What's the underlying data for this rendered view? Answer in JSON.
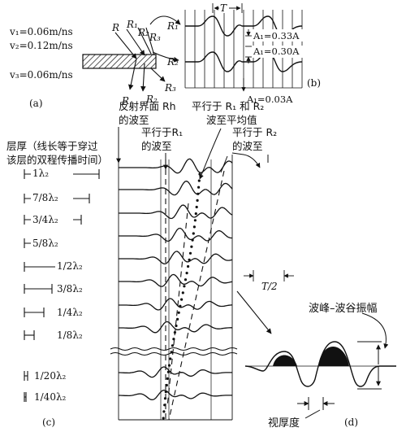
{
  "panel_a": {
    "label": "(a)",
    "v1": "v₁=0.06m/ns",
    "v2": "v₂=0.12m/ns",
    "v3": "v₃=0.06m/ns",
    "rays": [
      "R",
      "R₁",
      "R₂",
      "R₃",
      "R",
      "R₂",
      "R₃"
    ]
  },
  "panel_b": {
    "label": "(b)",
    "period": "T",
    "r1": "R₁",
    "r2": "R₂",
    "amp1": "A₁=0.33A",
    "amp2": "A₁=0.30A",
    "amp3": "A₁=0.03A"
  },
  "panel_c": {
    "label": "(c)",
    "header_reflect_line1": "反射界面 Rh",
    "header_reflect_line2": "的波至",
    "header_avg_line1": "平行于 R₁ 和 R₂",
    "header_avg_line2": "波至平均值",
    "header_r1_line1": "平行于R₁",
    "header_r1_line2": "的波至",
    "header_r2_line1": "平行于 R₂",
    "header_r2_line2": "的波至",
    "thickness_title_line1": "层厚（线长等于穿过",
    "thickness_title_line2": "该层的双程传播时间）",
    "thickness_labels": [
      "1λ₂",
      "7/8λ₂",
      "3/4λ₂",
      "5/8λ₂",
      "1/2λ₂",
      "3/8λ₂",
      "1/4λ₂",
      "1/8λ₂",
      "1/20λ₂",
      "1/40λ₂"
    ],
    "half_period": "T/2"
  },
  "panel_d": {
    "label": "(d)",
    "peak_trough": "波峰–波谷振幅",
    "apparent_thickness": "视厚度"
  }
}
